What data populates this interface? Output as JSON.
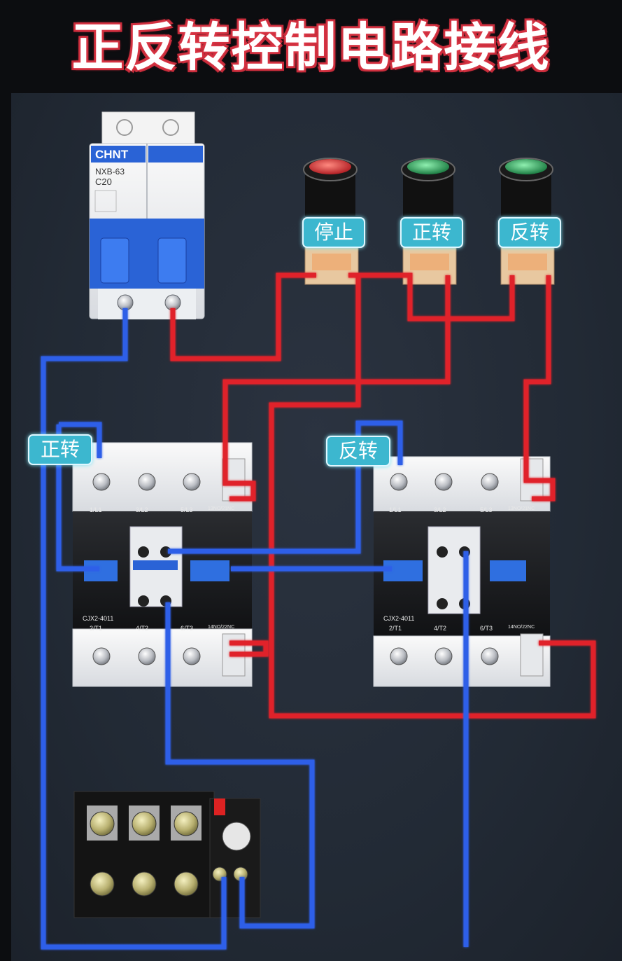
{
  "title": "正反转控制电路接线",
  "colors": {
    "live": "#e0202a",
    "neutral": "#2f5fe8",
    "tag_bg": "#3cb7cf",
    "breaker_blue": "#2a63d6"
  },
  "breaker": {
    "brand": "CHNT",
    "model": "NXB-63",
    "rating": "C20"
  },
  "buttons": [
    {
      "label": "停止",
      "cap_color": "#d43a3a"
    },
    {
      "label": "正转",
      "cap_color": "#2fa65a"
    },
    {
      "label": "反转",
      "cap_color": "#2fa65a"
    }
  ],
  "contactors": [
    {
      "tag": "正转",
      "model": "CJX2-4011",
      "top_terminals": [
        "1/L1",
        "3/L2",
        "5/L3",
        "13NO/21NC"
      ],
      "bottom_terminals": [
        "2/T1",
        "4/T2",
        "6/T3",
        "14NO/22NC"
      ]
    },
    {
      "tag": "反转",
      "model": "CJX2-4011",
      "top_terminals": [
        "1/L1",
        "3/L2",
        "5/L3",
        "13NO/21NC"
      ],
      "bottom_terminals": [
        "2/T1",
        "4/T2",
        "6/T3",
        "14NO/22NC"
      ]
    }
  ]
}
